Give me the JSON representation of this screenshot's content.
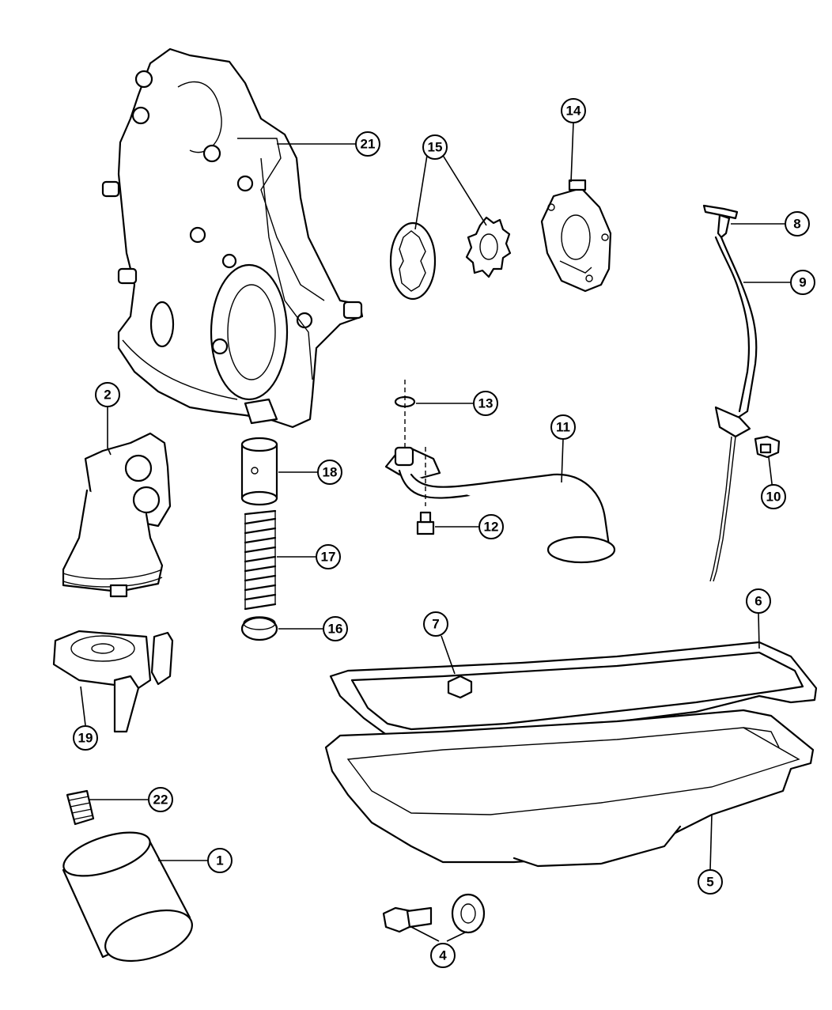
{
  "callouts": {
    "c1": "1",
    "c2": "2",
    "c4": "4",
    "c5": "5",
    "c6": "6",
    "c7": "7",
    "c8": "8",
    "c9": "9",
    "c10": "10",
    "c11": "11",
    "c12": "12",
    "c13": "13",
    "c14": "14",
    "c15": "15",
    "c16": "16",
    "c17": "17",
    "c18": "18",
    "c19": "19",
    "c21": "21",
    "c22": "22"
  }
}
